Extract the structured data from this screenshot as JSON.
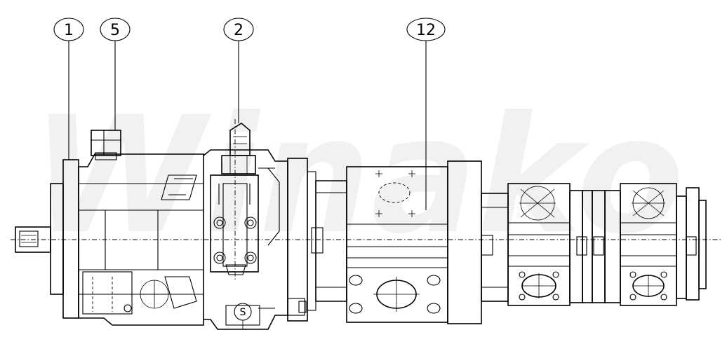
{
  "watermark": "Winako",
  "callouts": [
    {
      "label": "1"
    },
    {
      "label": "5"
    },
    {
      "label": "2"
    },
    {
      "label": "12"
    }
  ],
  "port_mark": "S"
}
